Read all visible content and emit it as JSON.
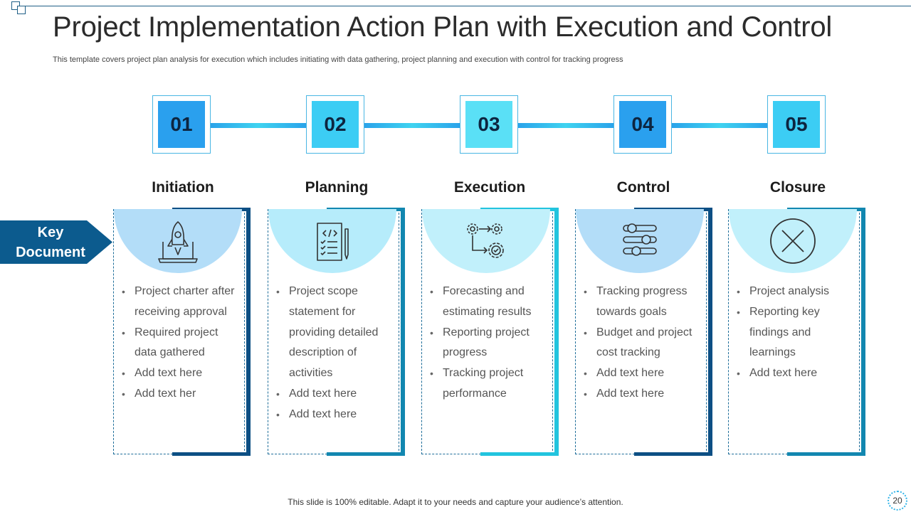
{
  "title": "Project Implementation Action Plan with Execution and Control",
  "subtitle": "This template covers project plan analysis for execution which includes initiating with data gathering, project planning and execution with control for tracking progress",
  "side_label": {
    "line1": "Key",
    "line2": "Document"
  },
  "colors": {
    "dark_blue": "#0c5b8e",
    "accent_blue": "#2aa3ea",
    "accent_cyan": "#3fd3f0",
    "text_gray": "#555555"
  },
  "phases": [
    {
      "number": "01",
      "title": "Initiation",
      "icon": "rocket-laptop-icon",
      "items": [
        "Project charter after receiving approval",
        "Required project data gathered",
        "Add text here",
        "Add text her"
      ]
    },
    {
      "number": "02",
      "title": "Planning",
      "icon": "code-document-pen-icon",
      "items": [
        "Project scope statement for providing detailed description of activities",
        "Add text here",
        "Add text here"
      ]
    },
    {
      "number": "03",
      "title": "Execution",
      "icon": "gears-workflow-icon",
      "items": [
        "Forecasting and estimating results",
        "Reporting project progress",
        "Tracking project performance"
      ]
    },
    {
      "number": "04",
      "title": "Control",
      "icon": "sliders-icon",
      "items": [
        "Tracking progress towards goals",
        "Budget and project cost tracking",
        "Add text here",
        "Add text here"
      ]
    },
    {
      "number": "05",
      "title": "Closure",
      "icon": "close-circle-icon",
      "items": [
        "Project analysis",
        "Reporting key findings and learnings",
        "Add text here"
      ]
    }
  ],
  "footer": "This slide is 100% editable. Adapt it to your needs and capture your audience’s attention.",
  "page_number": "20"
}
